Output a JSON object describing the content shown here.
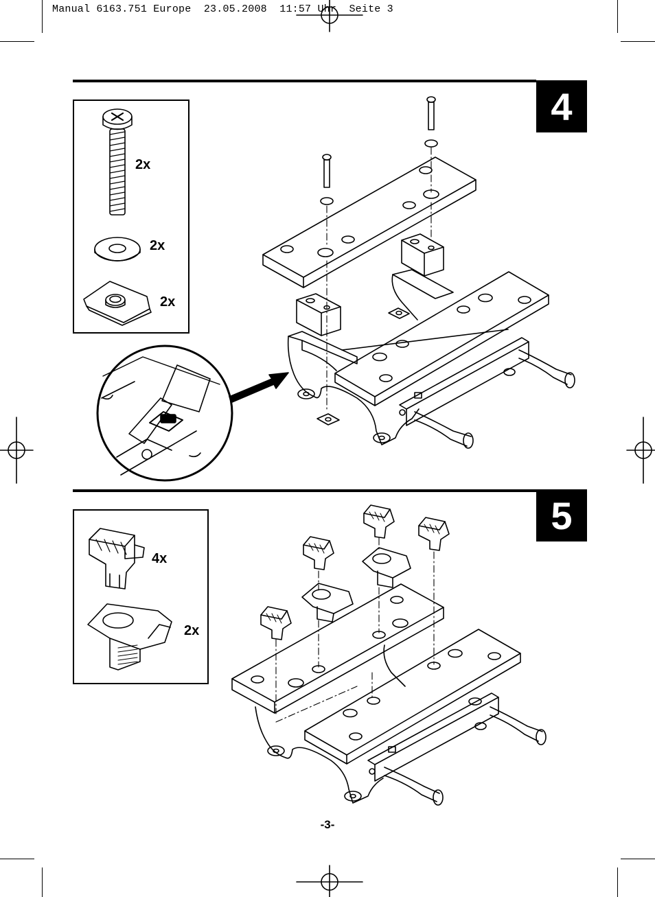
{
  "header": {
    "text": "Manual 6163.751 Europe  23.05.2008  11:57 Uhr  Seite 3"
  },
  "step4": {
    "number": "4",
    "parts": [
      {
        "icon": "screw-icon",
        "qty": "2x"
      },
      {
        "icon": "washer-icon",
        "qty": "2x"
      },
      {
        "icon": "nut-clip-icon",
        "qty": "2x"
      }
    ]
  },
  "step5": {
    "number": "5",
    "parts": [
      {
        "icon": "peg-icon",
        "qty": "4x"
      },
      {
        "icon": "swivel-jaw-icon",
        "qty": "2x"
      }
    ]
  },
  "footer": {
    "page_number": "-3-"
  }
}
